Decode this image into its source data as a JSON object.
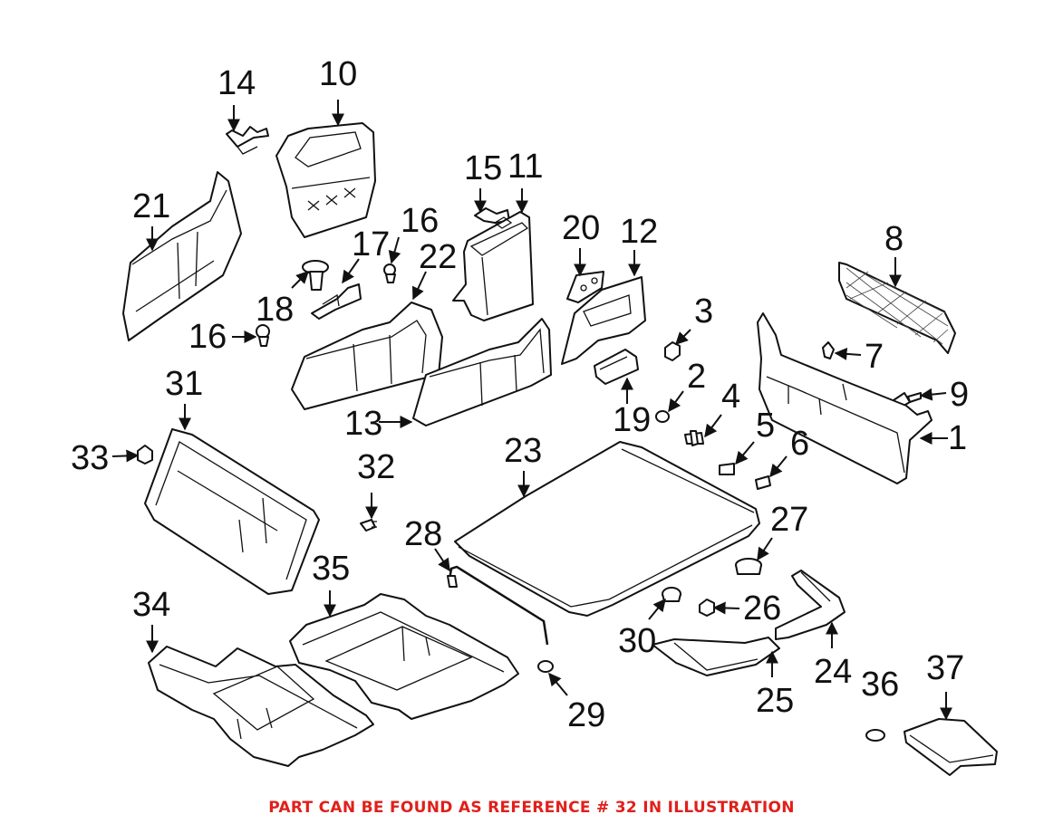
{
  "callouts": [
    "1",
    "2",
    "3",
    "4",
    "5",
    "6",
    "7",
    "8",
    "9",
    "10",
    "11",
    "12",
    "13",
    "14",
    "15",
    "16",
    "16",
    "17",
    "18",
    "19",
    "20",
    "21",
    "22",
    "23",
    "24",
    "25",
    "26",
    "27",
    "28",
    "29",
    "30",
    "31",
    "32",
    "33",
    "34",
    "35",
    "36",
    "37"
  ],
  "footer": {
    "note": "PART CAN BE FOUND AS REFERENCE # 32 IN ILLUSTRATION",
    "color": "#e0201b"
  },
  "colors": {
    "line": "#111111",
    "background": "#ffffff"
  }
}
